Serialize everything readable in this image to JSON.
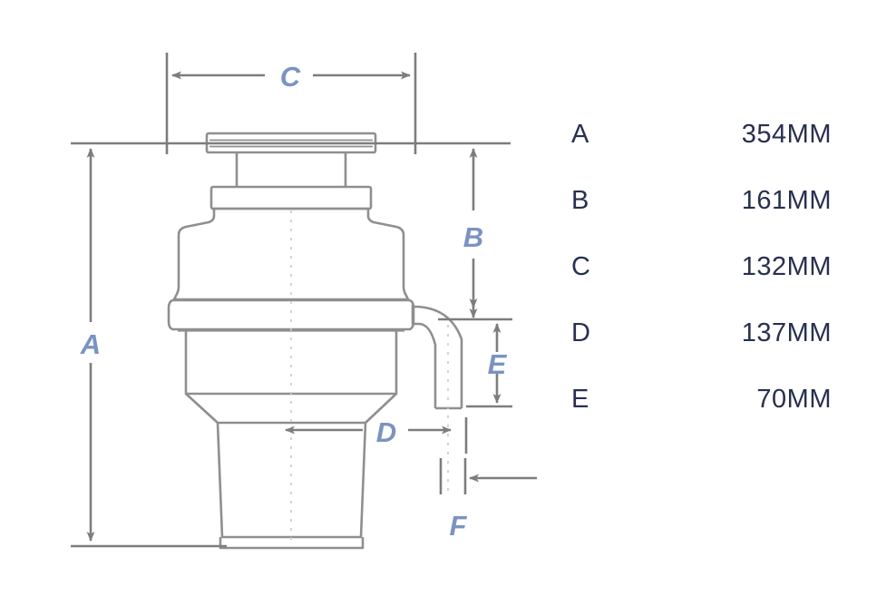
{
  "diagram": {
    "title": "Garbage disposal unit dimension drawing",
    "label_color": "#7b93c2",
    "line_color": "#8a8a8a",
    "text_color": "#27304f",
    "dimension_labels": {
      "a": "A",
      "b": "B",
      "c": "C",
      "d": "D",
      "e": "E",
      "f": "F"
    }
  },
  "spec_table": {
    "rows": [
      {
        "key": "A",
        "value": "354MM"
      },
      {
        "key": "B",
        "value": "161MM"
      },
      {
        "key": "C",
        "value": "132MM"
      },
      {
        "key": "D",
        "value": "137MM"
      },
      {
        "key": "E",
        "value": "70MM"
      }
    ]
  }
}
